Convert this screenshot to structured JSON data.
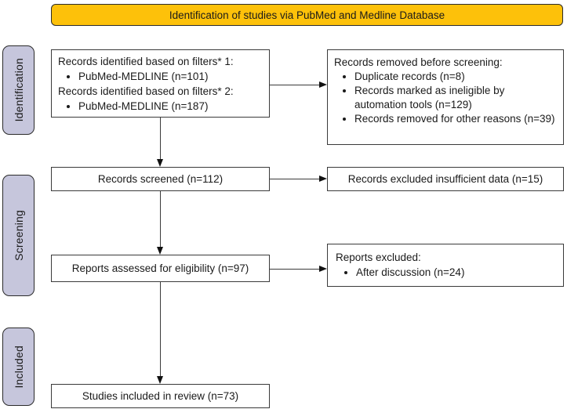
{
  "header": {
    "title": "Identification of studies via PubMed and Medline Database"
  },
  "sidebar": {
    "stages": [
      {
        "label": "Identification"
      },
      {
        "label": "Screening"
      },
      {
        "label": "Included"
      }
    ]
  },
  "flow": {
    "identified": {
      "line1": "Records identified based on filters* 1:",
      "bullet1": "PubMed-MEDLINE (n=101)",
      "line2": "Records identified based on filters* 2:",
      "bullet2": "PubMed-MEDLINE (n=187)"
    },
    "removed": {
      "title": "Records removed before screening:",
      "bullets": [
        "Duplicate records (n=8)",
        "Records marked as ineligible by automation tools (n=129)",
        "Records removed for other reasons (n=39)"
      ]
    },
    "screened": {
      "label": "Records screened (n=112)"
    },
    "excluded_insufficient": {
      "label": "Records excluded insufficient data (n=15)"
    },
    "assessed": {
      "label": "Reports assessed for eligibility (n=97)"
    },
    "reports_excluded": {
      "title": "Reports excluded:",
      "bullets": [
        "After discussion (n=24)"
      ]
    },
    "included": {
      "label": "Studies included in review (n=73)"
    }
  },
  "colors": {
    "banner_bg": "#fdc10a",
    "stage_bg": "#c6c6dc",
    "box_bg": "#ffffff",
    "border": "#2b2b2b",
    "arrow": "#3a3a3a",
    "text": "#1a1a1a"
  }
}
